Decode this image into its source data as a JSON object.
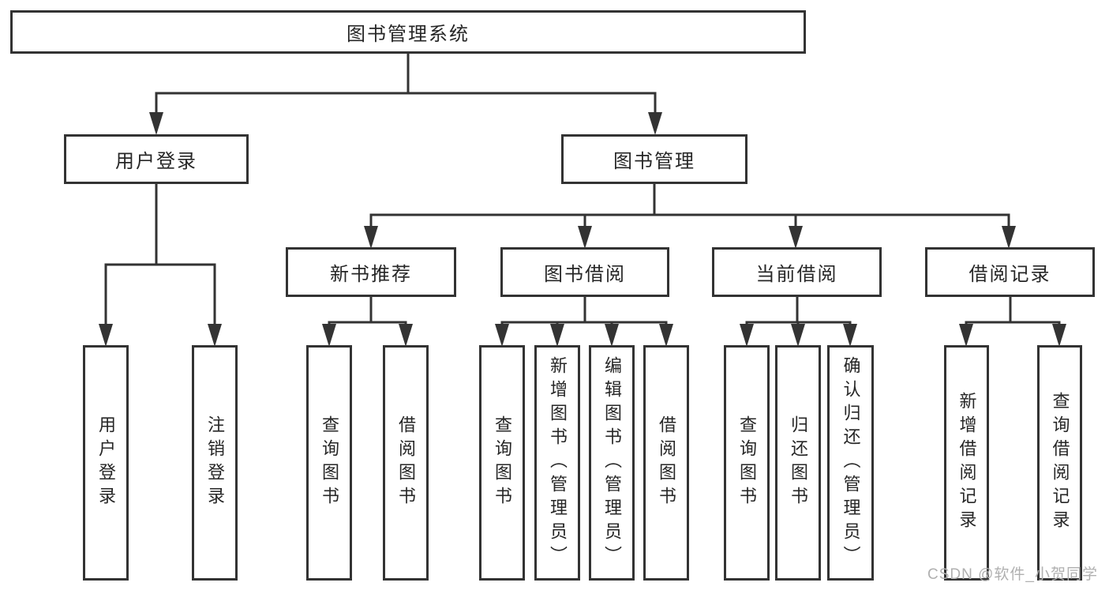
{
  "diagram": {
    "root": {
      "label": "图书管理系统"
    },
    "branches": [
      {
        "label": "用户登录",
        "children": [
          {
            "label": "用户登录"
          },
          {
            "label": "注销登录"
          }
        ]
      },
      {
        "label": "图书管理",
        "children": [
          {
            "label": "新书推荐",
            "children": [
              {
                "label": "查询图书"
              },
              {
                "label": "借阅图书"
              }
            ]
          },
          {
            "label": "图书借阅",
            "children": [
              {
                "label": "查询图书"
              },
              {
                "label": "新增图书（管理员）"
              },
              {
                "label": "编辑图书（管理员）"
              },
              {
                "label": "借阅图书"
              }
            ]
          },
          {
            "label": "当前借阅",
            "children": [
              {
                "label": "查询图书"
              },
              {
                "label": "归还图书"
              },
              {
                "label": "确认归还（管理员）"
              }
            ]
          },
          {
            "label": "借阅记录",
            "children": [
              {
                "label": "新增借阅记录"
              },
              {
                "label": "查询借阅记录"
              }
            ]
          }
        ]
      }
    ],
    "watermark": "CSDN @软件_小贺同学",
    "colors": {
      "line": "#333333",
      "box_border": "#333333",
      "background": "#ffffff",
      "watermark_text": "#b0b0b0"
    }
  }
}
